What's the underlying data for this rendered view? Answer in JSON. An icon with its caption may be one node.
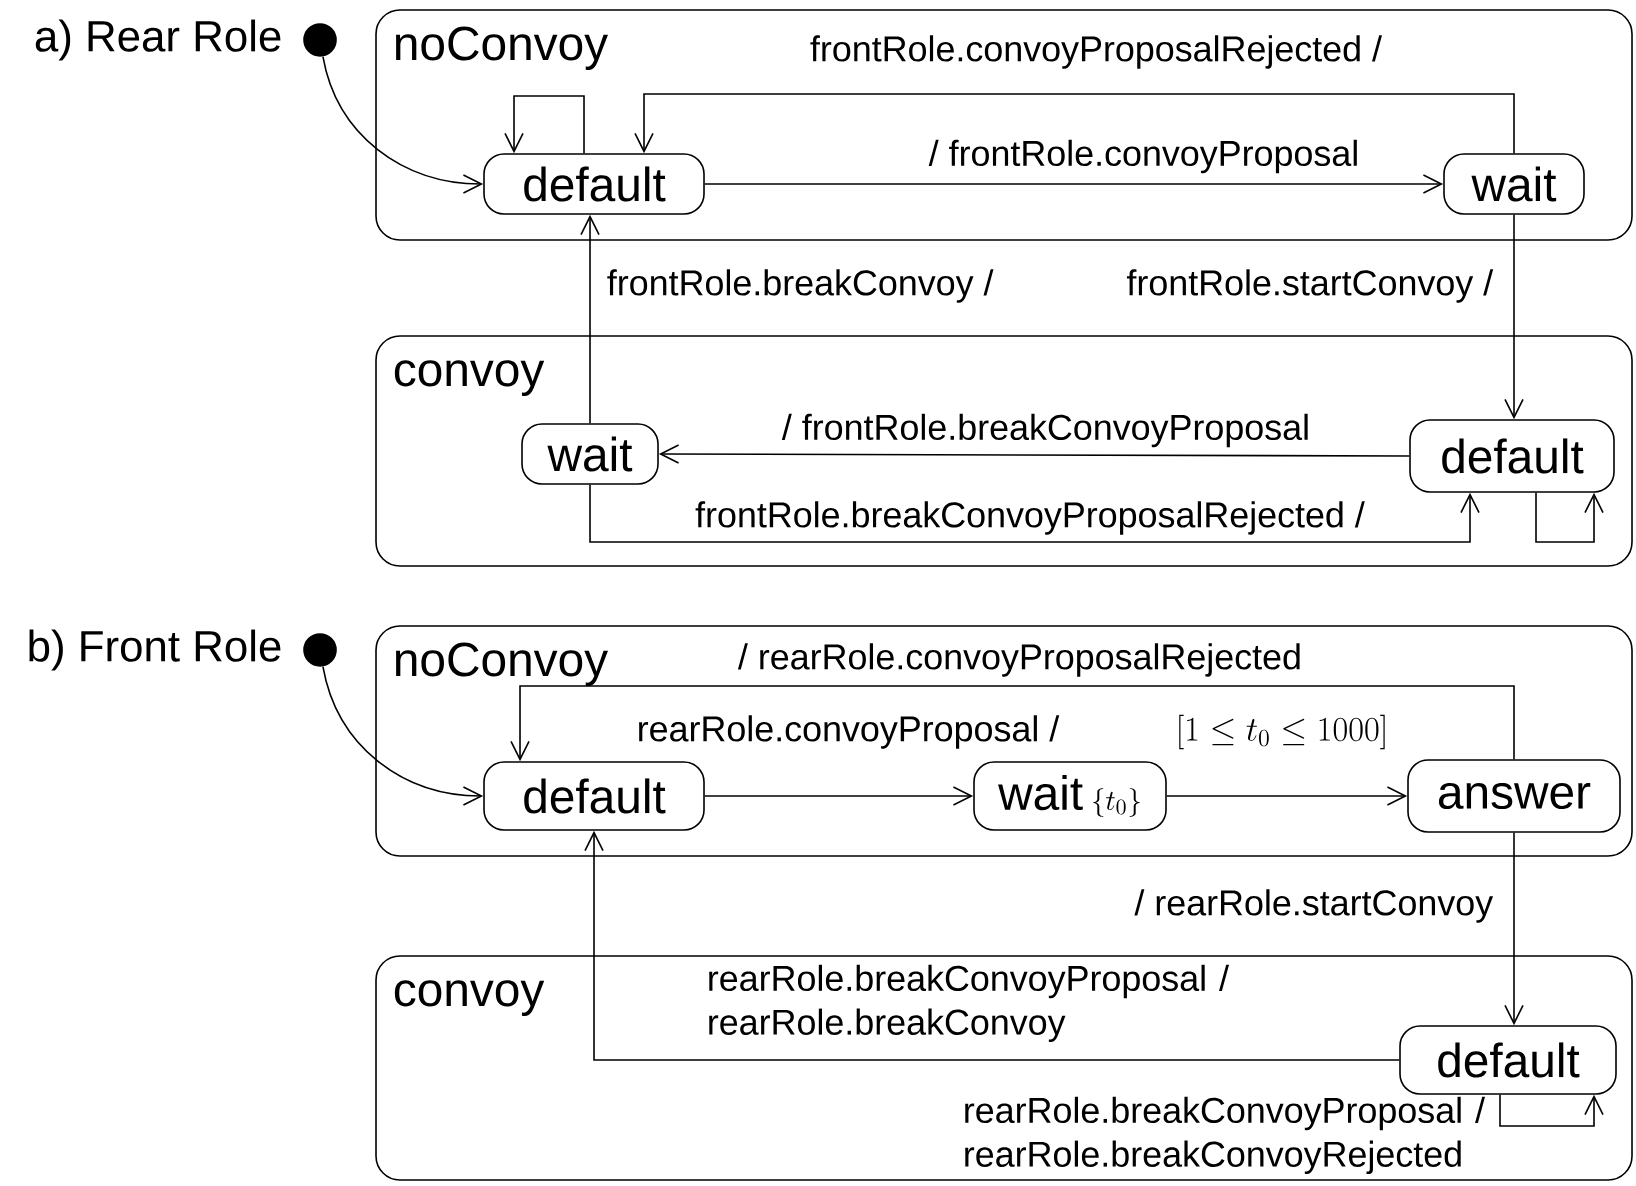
{
  "diagram": {
    "nodes": [
      {
        "text": [],
        "shape": "circle",
        "beside": [
          "a) Rear Role"
        ]
      },
      {
        "text": [
          "noConvoy"
        ]
      },
      {
        "text": [
          "default"
        ],
        "in": 1
      },
      {
        "text": [
          "wait"
        ],
        "in": 1
      },
      {
        "text": [
          "convoy"
        ]
      },
      {
        "text": [
          "wait"
        ],
        "in": 4
      },
      {
        "text": [
          "default"
        ],
        "in": 4
      },
      {
        "text": [],
        "shape": "circle",
        "beside": [
          "b) Front Role"
        ]
      },
      {
        "text": [
          "noConvoy"
        ]
      },
      {
        "text": [
          "default"
        ],
        "in": 8
      },
      {
        "text": [
          "wait",
          "\\{t_0\\}"
        ],
        "in": 8
      },
      {
        "text": [
          "answer"
        ],
        "in": 8
      },
      {
        "text": [
          "convoy"
        ]
      },
      {
        "text": [
          "default"
        ],
        "in": 12
      }
    ],
    "edges": [
      {
        "from": 0,
        "to": 2,
        "arrow": "to"
      },
      {
        "from": 2,
        "to": 2,
        "arrow": "to"
      },
      {
        "from": 2,
        "to": 3,
        "arrow": "to",
        "label": "/ frontRole.convoyProposal"
      },
      {
        "from": 3,
        "to": 2,
        "arrow": "to",
        "label": "frontRole.convoyProposalRejected /"
      },
      {
        "from": 3,
        "to": 6,
        "arrow": "to",
        "label": "frontRole.startConvoy /"
      },
      {
        "from": 6,
        "to": 5,
        "arrow": "to",
        "label": "/ frontRole.breakConvoyProposal"
      },
      {
        "from": 5,
        "to": 2,
        "arrow": "to",
        "label": "frontRole.breakConvoy /"
      },
      {
        "from": 5,
        "to": 6,
        "arrow": "to",
        "label": "frontRole.breakConvoyProposalRejected /"
      },
      {
        "from": 6,
        "to": 6,
        "arrow": "to"
      },
      {
        "from": 7,
        "to": 9,
        "arrow": "to"
      },
      {
        "from": 9,
        "to": 10,
        "arrow": "to",
        "label": "rearRole.convoyProposal /"
      },
      {
        "from": 10,
        "to": 11,
        "arrow": "to",
        "label": "[1 \\le t_0 \\le 1000]"
      },
      {
        "from": 11,
        "to": 9,
        "arrow": "to",
        "label": "/ rearRole.convoyProposalRejected"
      },
      {
        "from": 11,
        "to": 13,
        "arrow": "to",
        "label": "/ rearRole.startConvoy"
      },
      {
        "from": 13,
        "to": 9,
        "arrow": "to",
        "label": "rearRole.breakConvoyProposal / rearRole.breakConvoy"
      },
      {
        "from": 13,
        "to": 13,
        "arrow": "to",
        "label": "rearRole.breakConvoyProposal / rearRole.breakConvoyRejected"
      }
    ]
  }
}
